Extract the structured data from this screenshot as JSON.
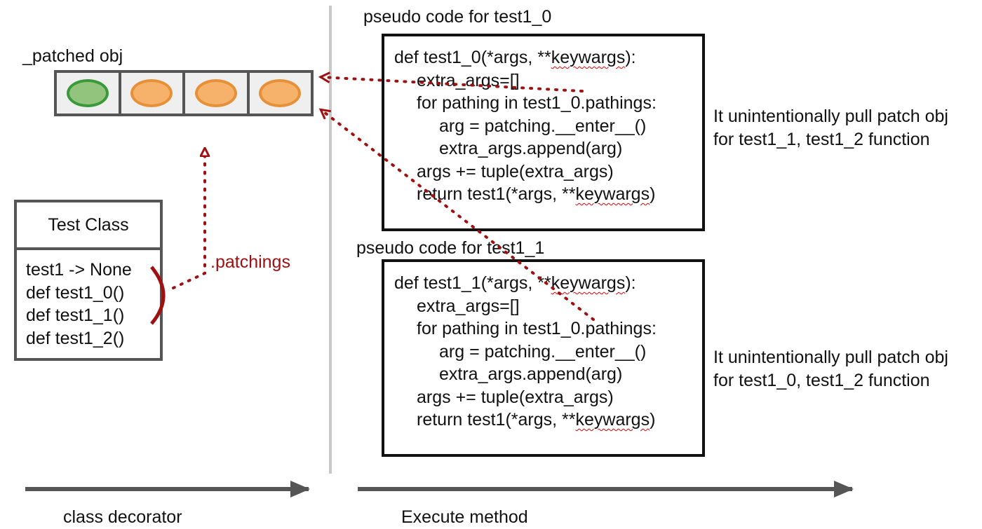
{
  "patched_obj": {
    "label": "_patched obj",
    "slots": [
      {
        "color": "#93c47d",
        "stroke": "#3a9a3a"
      },
      {
        "color": "#f6b26b",
        "stroke": "#e69138"
      },
      {
        "color": "#f6b26b",
        "stroke": "#e69138"
      },
      {
        "color": "#f6b26b",
        "stroke": "#e69138"
      }
    ]
  },
  "test_class": {
    "title": "Test Class",
    "members": [
      "test1 -> None",
      "def test1_0()",
      "def test1_1()",
      "def test1_2()"
    ]
  },
  "patchings_label": ".patchings",
  "code_blocks": [
    {
      "title": "pseudo code for test1_0",
      "lines": [
        {
          "pre": "def test1_0(*args, **",
          "squig": "keywargs",
          "post": "):"
        },
        {
          "pre": "extra_args=[]"
        },
        {
          "pre": "for pathing in test1_0.pathings:"
        },
        {
          "pre": "arg = patching.__enter__()"
        },
        {
          "pre": "extra_args.append(arg)"
        },
        {
          "pre": "args += tuple(extra_args)"
        },
        {
          "pre": "return test1(*args, **",
          "squig": "keywargs",
          "post": ")"
        }
      ],
      "note": [
        "It unintentionally pull patch obj",
        "for test1_1, test1_2 function"
      ]
    },
    {
      "title": "pseudo code for test1_1",
      "lines": [
        {
          "pre": "def test1_1(*args, **",
          "squig": "keywargs",
          "post": "):"
        },
        {
          "pre": "extra_args=[]"
        },
        {
          "pre": "for pathing in test1_0.pathings:"
        },
        {
          "pre": "arg = patching.__enter__()"
        },
        {
          "pre": "extra_args.append(arg)"
        },
        {
          "pre": "args += tuple(extra_args)"
        },
        {
          "pre": "return test1(*args, **",
          "squig": "keywargs",
          "post": ")"
        }
      ],
      "note": [
        "It unintentionally pull patch obj",
        "for test1_0, test1_2 function"
      ]
    }
  ],
  "timeline": {
    "left_label": "class decorator",
    "right_label": "Execute method"
  },
  "colors": {
    "arrow_red": "#a01010",
    "timeline_gray": "#555555",
    "divider_gray": "#c8c8c8"
  }
}
